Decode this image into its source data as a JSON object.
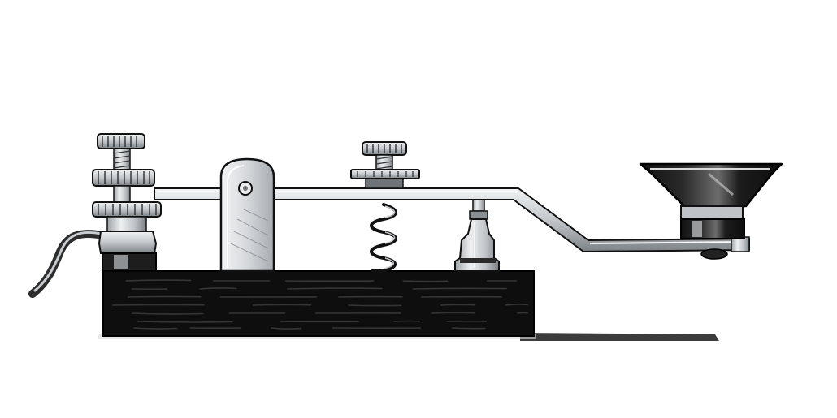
{
  "illustration": {
    "subject": "telegraph-key",
    "style": "ink-and-wash-drawing",
    "colors": {
      "background": "#ffffff",
      "ink": "#0d0d0d",
      "metal_light": "#e6e8ea",
      "metal_mid": "#b9bdc2",
      "metal_dark": "#6f7479",
      "wood_grain": "#3a3a3a",
      "shadow": "#1a1a1a"
    },
    "parts": [
      "wooden-base",
      "contact-binding-post",
      "electrical-wire",
      "trunnion-pivot-bracket",
      "key-lever-arm",
      "tension-spring",
      "tension-adjust-screw",
      "contact-post",
      "finger-knob"
    ]
  }
}
